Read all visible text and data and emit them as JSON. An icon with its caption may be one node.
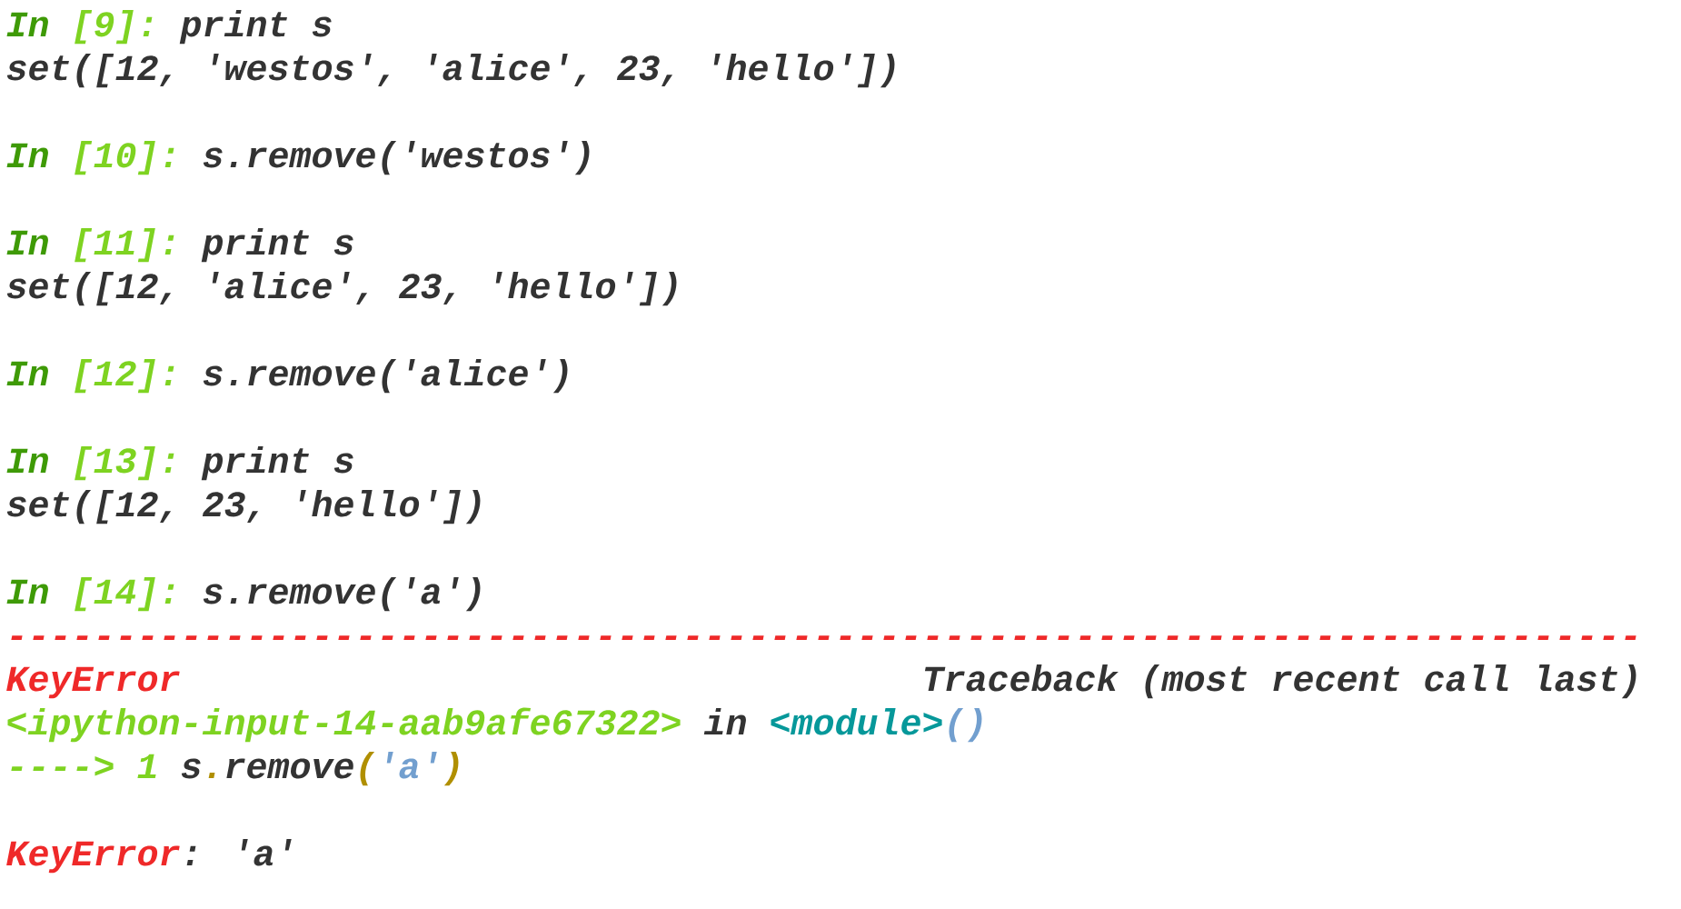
{
  "diagram": {
    "labels": [
      "In",
      "[9]:",
      "print s",
      "set([12, 'westos', 'alice', 23, 'hello'])",
      "In",
      "[10]:",
      "s.remove('westos')",
      "In",
      "[11]:",
      "print s",
      "set([12, 'alice', 23, 'hello'])",
      "In",
      "[12]:",
      "s.remove('alice')",
      "In",
      "[13]:",
      "print s",
      "set([12, 23, 'hello'])",
      "In",
      "[14]:",
      "s.remove('a')",
      "---------------------------------------------------------------------------",
      "KeyError",
      "Traceback (most recent call last)",
      "<ipython-input-14-aab9afe67322>",
      "in",
      "<module>",
      "()",
      "---->",
      "1",
      "s",
      ".",
      "remove",
      "(",
      "'a'",
      ")",
      "KeyError",
      ": 'a'"
    ]
  }
}
